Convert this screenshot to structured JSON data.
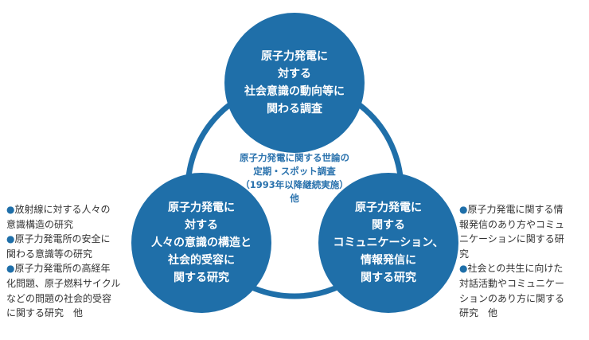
{
  "colors": {
    "circle_fill": "#1f6fa9",
    "ring_stroke": "#1f6fa9",
    "center_text": "#2a72ad",
    "notes_text": "#333333",
    "bullet": "#1f6fa9"
  },
  "center": {
    "lines": [
      "原子力発電に関する世論の",
      "定期・スポット調査",
      "（1993年以降継続実施）",
      "他"
    ]
  },
  "circles": {
    "top": {
      "lines": [
        "原子力発電に",
        "対する",
        "社会意識の動向等に",
        "関わる調査"
      ]
    },
    "left": {
      "lines": [
        "原子力発電に",
        "対する",
        "人々の意識の構造と",
        "社会的受容に",
        "関する研究"
      ]
    },
    "right": {
      "lines": [
        "原子力発電に",
        "関する",
        "コミュニケーション、",
        "情報発信に",
        "関する研究"
      ]
    }
  },
  "notes_left": {
    "bullet_symbol": "●",
    "items": [
      {
        "lines": [
          "放射線に対する人々の",
          "意識構造の研究"
        ]
      },
      {
        "lines": [
          "原子力発電所の安全に",
          "関わる意識等の研究"
        ]
      },
      {
        "lines": [
          "原子力発電所の高経年",
          "化問題、原子燃料サイクル",
          "などの問題の社会的受容",
          "に関する研究　他"
        ]
      }
    ]
  },
  "notes_right": {
    "bullet_symbol": "●",
    "items": [
      {
        "lines": [
          "原子力発電に関する情",
          "報発信のあり方やコミュ",
          "ニケーションに関する研",
          "究"
        ]
      },
      {
        "lines": [
          "社会との共生に向けた",
          "対話活動やコミュニケー",
          "ションのあり方に関する",
          "研究　他"
        ]
      }
    ]
  }
}
